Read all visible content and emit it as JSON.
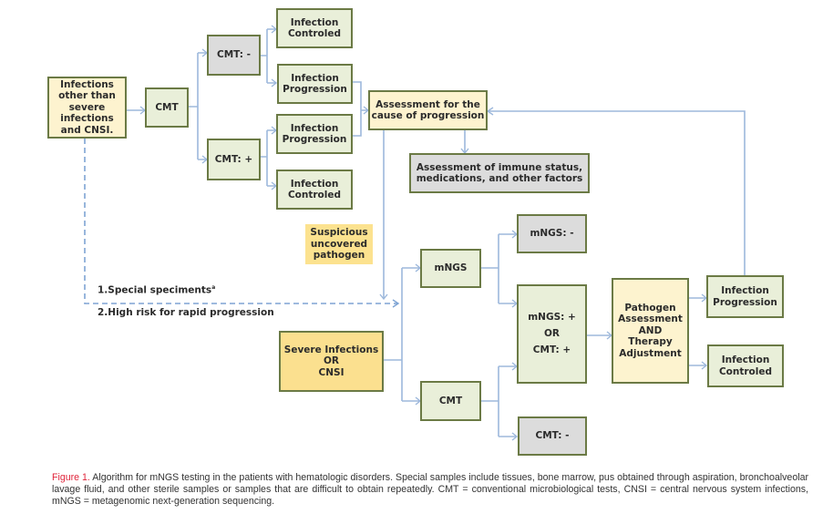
{
  "diagram": {
    "nodes": {
      "start_other": "Infections\nother than\nsevere\ninfections\nand CNSI.",
      "cmt_top": "CMT",
      "cmt_neg_top": "CMT: -",
      "cmt_pos_top": "CMT: +",
      "controlled_1": "Infection\nControled",
      "progression_1": "Infection\nProgression",
      "progression_2": "Infection\nProgression",
      "controlled_2": "Infection\nControled",
      "assessment_cause": "Assessment for the\ncause of progression",
      "assessment_immune": "Assessment of immune status,\nmedications, and other factors",
      "suspicious": "Suspicious\nuncovered\npathogen",
      "severe": "Severe Infections\nOR\nCNSI",
      "mngs": "mNGS",
      "cmt_bottom": "CMT",
      "mngs_neg": "mNGS: -",
      "positive": "mNGS: +\n\nOR\n\nCMT: +",
      "cmt_neg_bottom": "CMT: -",
      "pathogen_adjust": "Pathogen\nAssessment\nAND\nTherapy\nAdjustment",
      "progression_3": "Infection\nProgression",
      "controlled_3": "Infection\nControled"
    },
    "dashed_path_label": {
      "line1": "1.Special speciments",
      "superscript": "a",
      "line2": "2.High risk for rapid progression"
    },
    "colors": {
      "green_fill": "#e9efd9",
      "grey_fill": "#dcdcdc",
      "cream_fill": "#fdf3cf",
      "gold_fill": "#fbe08f",
      "border": "#6b7a45",
      "connector": "#9db8dc",
      "caption_accent": "#e0243a"
    }
  },
  "caption": {
    "label": "Figure 1.",
    "text": " Algorithm for mNGS testing in the patients with hematologic disorders. Special samples include tissues, bone marrow, pus obtained through aspiration, bronchoalveolar lavage fluid, and other sterile samples or samples that are difficult to obtain repeatedly. CMT = conventional microbiological tests, CNSI = central nervous system infections, mNGS = metagenomic next-generation sequencing."
  }
}
